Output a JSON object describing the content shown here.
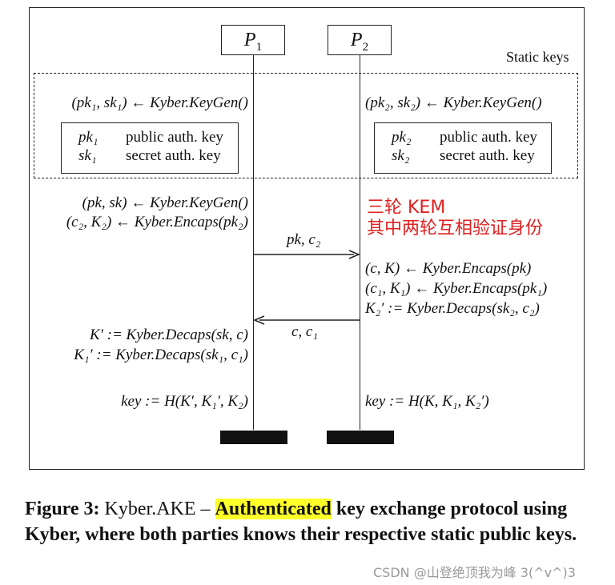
{
  "diagram": {
    "party1": "P",
    "party1_sub": "1",
    "party2": "P",
    "party2_sub": "2",
    "static_keys_label": "Static keys",
    "left_keygen": "(pk₁, sk₁) ← Kyber.KeyGen()",
    "right_keygen": "(pk₂, sk₂) ← Kyber.KeyGen()",
    "left_box": [
      {
        "sym": "pk₁",
        "desc": "public auth. key"
      },
      {
        "sym": "sk₁",
        "desc": "secret auth. key"
      }
    ],
    "right_box": [
      {
        "sym": "pk₂",
        "desc": "public auth. key"
      },
      {
        "sym": "sk₂",
        "desc": "secret auth. key"
      }
    ],
    "left_step1": "(pk, sk) ← Kyber.KeyGen()",
    "left_step2": "(c₂, K₂) ← Kyber.Encaps(pk₂)",
    "annotation_line1": "三轮 KEM",
    "annotation_line2": "其中两轮互相验证身份",
    "msg1": "pk, c₂",
    "right_step1": "(c, K) ← Kyber.Encaps(pk)",
    "right_step2": "(c₁, K₁) ← Kyber.Encaps(pk₁)",
    "right_step3": "K₂′ := Kyber.Decaps(sk₂, c₂)",
    "msg2": "c, c₁",
    "left_step3": "K′ := Kyber.Decaps(sk, c)",
    "left_step4": "K₁′ := Kyber.Decaps(sk₁, c₁)",
    "left_key": "key := H(K′, K₁′, K₂)",
    "right_key": "key := H(K, K₁, K₂′)"
  },
  "caption": {
    "prefix": "Figure 3:",
    "name": " Kyber.AKE – ",
    "highlight": "Authenticated",
    "rest": " key exchange protocol using Kyber, where both parties knows their respective static public keys."
  },
  "watermark": "CSDN @山登绝顶我为峰 3(^v^)3",
  "colors": {
    "annotation": "#e02020",
    "highlight": "#ffff2a"
  }
}
